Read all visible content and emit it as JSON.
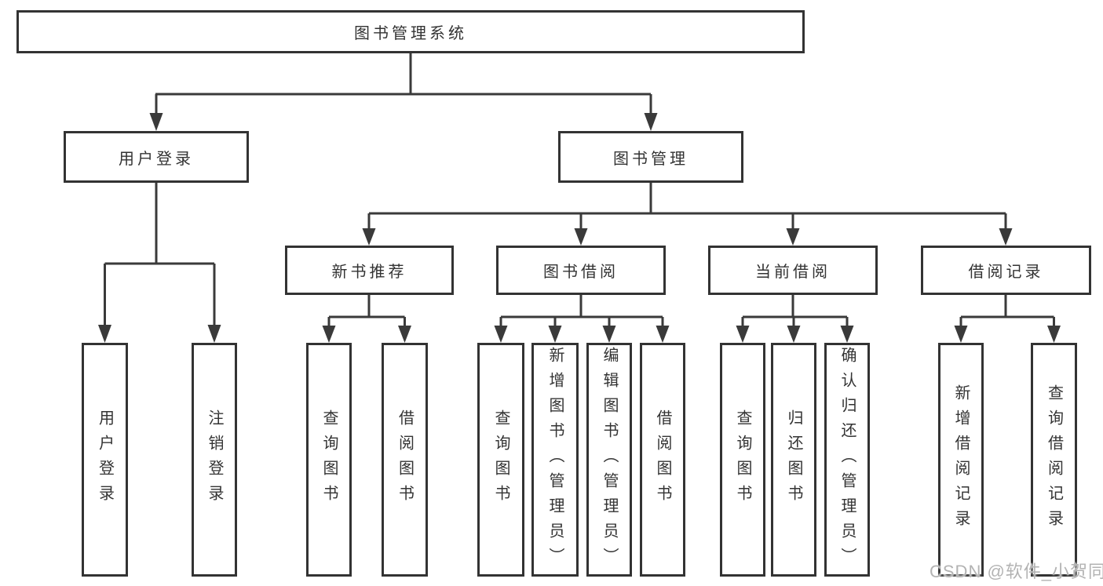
{
  "tree": {
    "root": {
      "label": "图书管理系统"
    },
    "branches": [
      {
        "label": "用户登录",
        "children": [
          {
            "label": "用户登录"
          },
          {
            "label": "注销登录"
          }
        ]
      },
      {
        "label": "图书管理",
        "children": [
          {
            "label": "新书推荐",
            "children": [
              {
                "label": "查询图书"
              },
              {
                "label": "借阅图书"
              }
            ]
          },
          {
            "label": "图书借阅",
            "children": [
              {
                "label": "查询图书"
              },
              {
                "label": "新增图书（管理员）"
              },
              {
                "label": "编辑图书（管理员）"
              },
              {
                "label": "借阅图书"
              }
            ]
          },
          {
            "label": "当前借阅",
            "children": [
              {
                "label": "查询图书"
              },
              {
                "label": "归还图书"
              },
              {
                "label": "确认归还（管理员）"
              }
            ]
          },
          {
            "label": "借阅记录",
            "children": [
              {
                "label": "新增借阅记录"
              },
              {
                "label": "查询借阅记录"
              }
            ]
          }
        ]
      }
    ]
  },
  "watermark": {
    "text": "CSDN @软件_小贺同学"
  },
  "colors": {
    "line": "#3a3a3a",
    "box_border": "#333333",
    "text": "#333333",
    "watermark": "#b3b3b3",
    "background": "#ffffff"
  }
}
